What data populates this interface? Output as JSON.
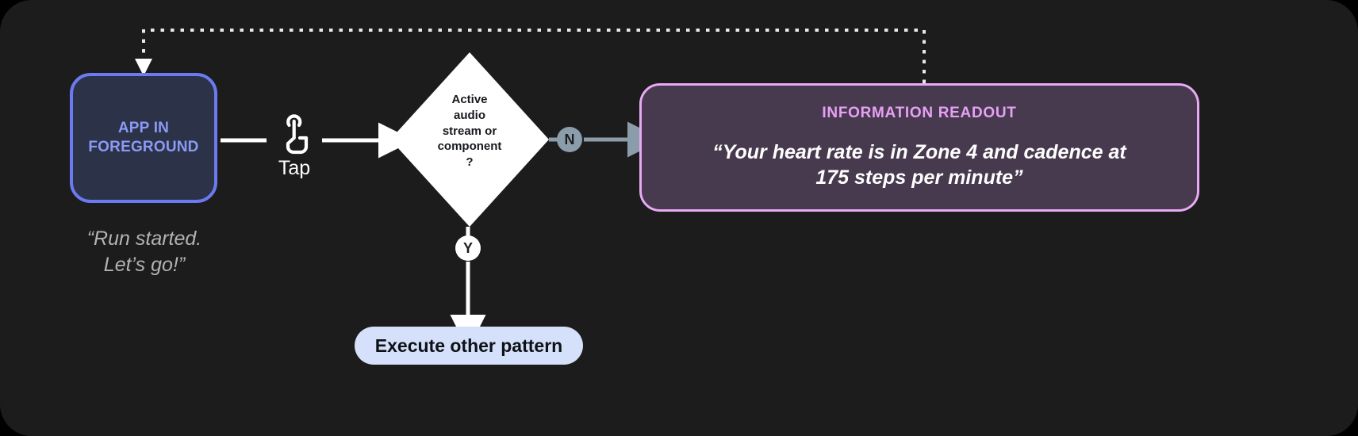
{
  "diagram": {
    "background_color": "#1c1c1c",
    "page_color": "#000000",
    "app_node": {
      "label_line1": "APP IN",
      "label_line2": "FOREGROUND",
      "border_color": "#6b7af0",
      "fill_color": "#2c3248",
      "text_color": "#8b9bf5"
    },
    "app_caption": {
      "line1": "“Run started.",
      "line2": "Let’s go!”",
      "color": "#b3b3b3"
    },
    "tap": {
      "icon": "tap-gesture-icon",
      "label": "Tap",
      "color": "#ffffff"
    },
    "decision": {
      "line1": "Active",
      "line2": "audio",
      "line3": "stream or",
      "line4": "component",
      "line5": "?",
      "fill_color": "#ffffff",
      "text_color": "#16191d"
    },
    "branches": {
      "no": {
        "label": "N",
        "badge_color": "#8b9cab",
        "arrow_color": "#8b9cab"
      },
      "yes": {
        "label": "Y",
        "badge_color": "#ffffff",
        "arrow_color": "#ffffff"
      }
    },
    "readout": {
      "title": "INFORMATION READOUT",
      "body_line1": "“Your heart rate is in Zone 4 and cadence at",
      "body_line2": "175 steps per minute”",
      "border_color": "#e8a9f5",
      "fill_color": "#483a4e",
      "title_color": "#e8a0f7",
      "body_color": "#ffffff"
    },
    "exec_pill": {
      "label": "Execute other pattern",
      "fill_color": "#d5e0fa",
      "text_color": "#0e1116"
    },
    "feedback_loop": {
      "style": "dotted",
      "color": "#e8e8e8",
      "description": "return-to-app-foreground"
    }
  }
}
